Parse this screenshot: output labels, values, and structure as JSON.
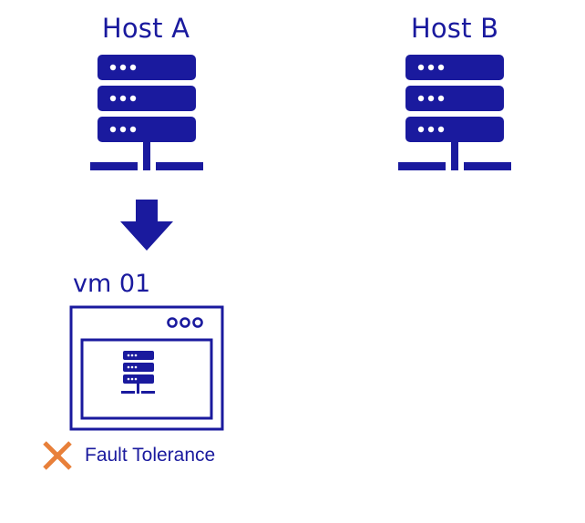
{
  "colors": {
    "navy": "#1a1a9e",
    "error": "#e8803a",
    "background": "#ffffff"
  },
  "hosts": [
    {
      "label": "Host A",
      "icon": "server-rack-icon"
    },
    {
      "label": "Host B",
      "icon": "server-rack-icon"
    }
  ],
  "migration_arrow": {
    "icon": "arrow-down-icon"
  },
  "vm": {
    "label": "vm 01",
    "icon": "vm-window-icon"
  },
  "fault_tolerance": {
    "label": "Fault Tolerance",
    "status_icon": "x-mark-icon",
    "enabled": false
  }
}
